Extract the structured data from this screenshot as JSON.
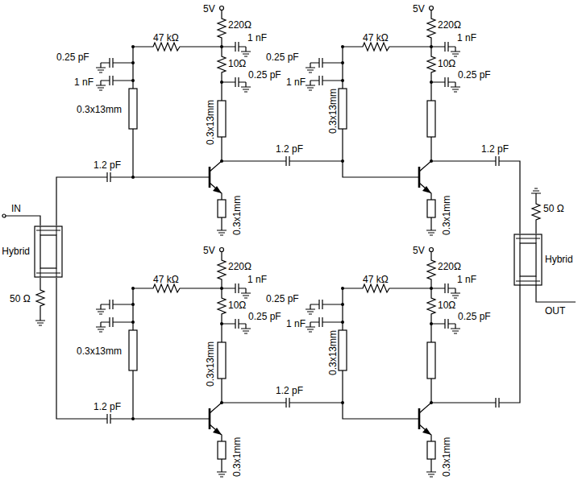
{
  "diagram": {
    "nodes": [
      {
        "text": [
          "Hybrid"
        ]
      },
      {
        "text": [
          "Hybrid"
        ]
      }
    ],
    "labels": [
      "5V",
      "220Ω",
      "1 nF",
      "47 kΩ",
      "0.25 pF",
      "1 nF",
      "10Ω",
      "0.25 pF",
      "0.3x13mm",
      "0.3x13mm",
      "1.2 pF",
      "1.2 pF",
      "0.3x1mm",
      "5V",
      "220Ω",
      "1 nF",
      "47 kΩ",
      "0.25 pF",
      "1 nF",
      "10Ω",
      "0.25 pF",
      "0.3x13mm",
      "1.2 pF",
      "0.3x1mm",
      "IN",
      "50 Ω",
      "50 Ω",
      "OUT",
      "5V",
      "220Ω",
      "1 nF",
      "47 kΩ",
      "10Ω",
      "0.25 pF",
      "0.3x13mm",
      "0.3x13mm",
      "1.2 pF",
      "1.2 pF",
      "0.3x1mm",
      "5V",
      "220Ω",
      "1 nF",
      "47 kΩ",
      "0.25 pF",
      "1 nF",
      "10Ω",
      "0.25 pF",
      "0.3x13mm",
      "0.3x1mm"
    ]
  }
}
